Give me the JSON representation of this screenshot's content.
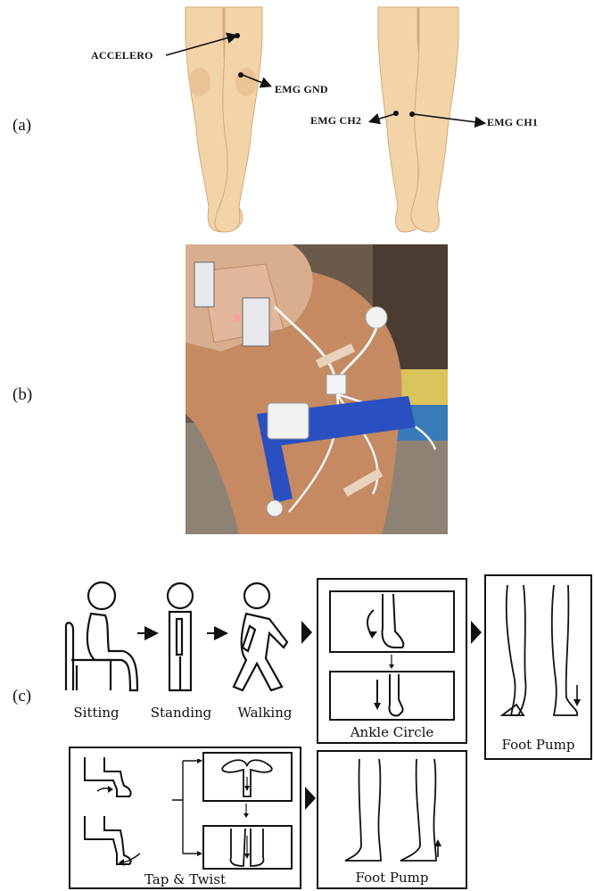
{
  "panels": {
    "a": "(a)",
    "b": "(b)",
    "c": "(c)"
  },
  "sensor_labels": {
    "accelero": "ACCELERO",
    "emg_gnd": "EMG GND",
    "emg_ch2": "EMG CH2",
    "emg_ch1": "EMG CH1"
  },
  "activities": {
    "sitting": "Sitting",
    "standing": "Standing",
    "walking": "Walking",
    "ankle_circle": "Ankle Circle",
    "foot_pump_1": "Foot Pump",
    "tap_twist": "Tap & Twist",
    "foot_pump_2": "Foot Pump"
  },
  "colors": {
    "skin": "#f3d3a8",
    "skin_shade": "#e6bb88",
    "strap": "#2a4fc0",
    "photo_bg": "#6b5a4a"
  }
}
